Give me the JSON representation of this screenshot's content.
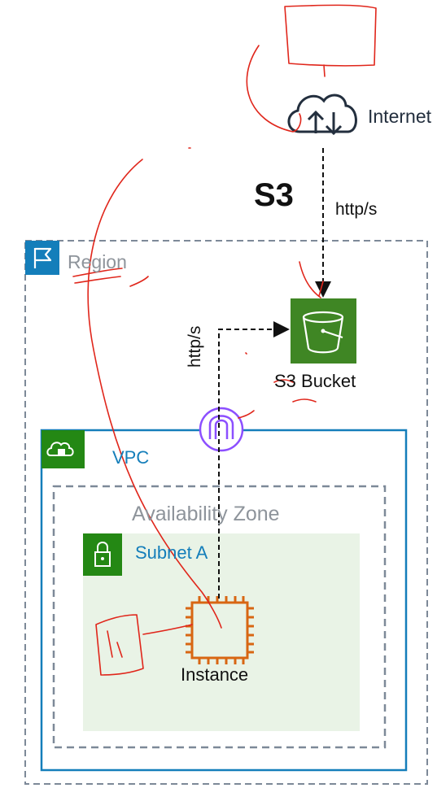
{
  "internet": {
    "label": "Internet"
  },
  "heading": {
    "text": "S3"
  },
  "connections": {
    "internet_to_bucket": "http/s",
    "instance_to_bucket": "http/s"
  },
  "region": {
    "label": "Region"
  },
  "bucket": {
    "label": "S3 Bucket"
  },
  "vpc": {
    "label": "VPC"
  },
  "availability_zone": {
    "label": "Availability Zone"
  },
  "subnet": {
    "label": "Subnet A"
  },
  "instance": {
    "label": "Instance"
  },
  "colors": {
    "region_border": "#7d8998",
    "region_icon": "#147eba",
    "vpc_border": "#147eba",
    "vpc_icon": "#248814",
    "subnet_fill": "#e9f3e6",
    "subnet_icon": "#248814",
    "s3_icon": "#3f8624",
    "ec2_icon": "#d86613",
    "endpoint_icon": "#8c4fff",
    "annotation_ink": "#e0261b"
  },
  "icons": {
    "internet": "cloud-upload-download-icon",
    "region": "flag-icon",
    "vpc": "cloud-lock-icon",
    "subnet": "padlock-icon",
    "bucket": "s3-bucket-icon",
    "instance": "ec2-chip-icon",
    "endpoint": "gateway-endpoint-icon"
  }
}
